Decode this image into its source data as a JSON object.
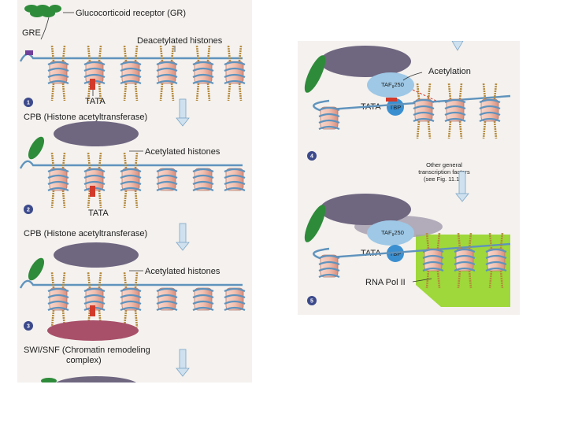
{
  "figure": {
    "labels": {
      "gr": "Glucocorticoid receptor (GR)",
      "gre": "GRE",
      "deacetylated": "Deacetylated histones",
      "tata1": "TATA",
      "cpb1": "CPB (Histone acetyltransferase)",
      "acetylated1": "Acetylated histones",
      "tata2": "TATA",
      "cpb2": "CPB (Histone acetyltransferase)",
      "acetylated2": "Acetylated histones",
      "swisnf_line1": "SWI/SNF (Chromatin remodeling",
      "swisnf_line2": "complex)",
      "acetylation": "Acetylation",
      "taf_main": "TAF",
      "taf_sub": "II",
      "taf_num": "250",
      "tata4": "TATA",
      "tbp4": "TBP",
      "other_gtf_line1": "Other general",
      "other_gtf_line2": "transcription factors",
      "other_gtf_line3": "(see Fig. 11.18)",
      "taf5_main": "TAF",
      "taf5_sub": "II",
      "taf5_num": "250",
      "tata5": "TATA",
      "tbp5": "TBP",
      "rnapol": "RNA Pol II"
    },
    "steps": [
      "1",
      "2",
      "3",
      "4",
      "5"
    ],
    "colors": {
      "panel_bg": "#f4f1ee",
      "dna": "#5f93bd",
      "histone": "#f2c0b0",
      "histone_shade": "#d98f7f",
      "tail": "#b58a3c",
      "gr_green": "#2e8b3a",
      "cpb_purple": "#6f6680",
      "swisnf": "#a8506a",
      "taf_blue": "#9ec8e6",
      "tbp_blue": "#3a8fd0",
      "rnapol_green": "#9ed83a",
      "tata_red": "#d23a2a",
      "step_circle": "#3c4a8c",
      "arrow": "#a8c6e0"
    }
  }
}
